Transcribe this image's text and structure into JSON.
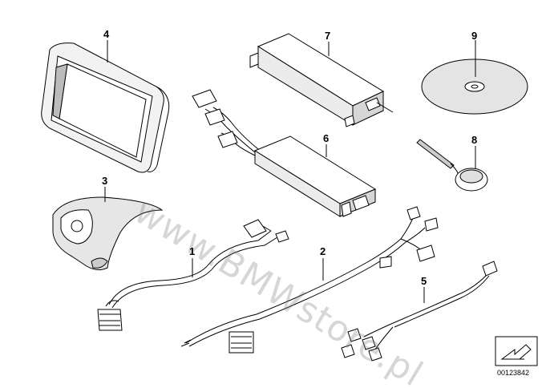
{
  "watermark": "www.BMWstore.pl",
  "diagram_id": "00123842",
  "parts": [
    {
      "number": "1",
      "name": "cable-harness"
    },
    {
      "number": "2",
      "name": "cable-harness-long"
    },
    {
      "number": "3",
      "name": "shift-cover"
    },
    {
      "number": "4",
      "name": "display-frame"
    },
    {
      "number": "5",
      "name": "adapter-cable"
    },
    {
      "number": "6",
      "name": "control-unit"
    },
    {
      "number": "7",
      "name": "control-module"
    },
    {
      "number": "8",
      "name": "antenna"
    },
    {
      "number": "9",
      "name": "disc"
    }
  ],
  "colors": {
    "line": "#000000",
    "fill": "#ffffff",
    "shade": "#d9d9d9",
    "watermark": "#787878"
  }
}
